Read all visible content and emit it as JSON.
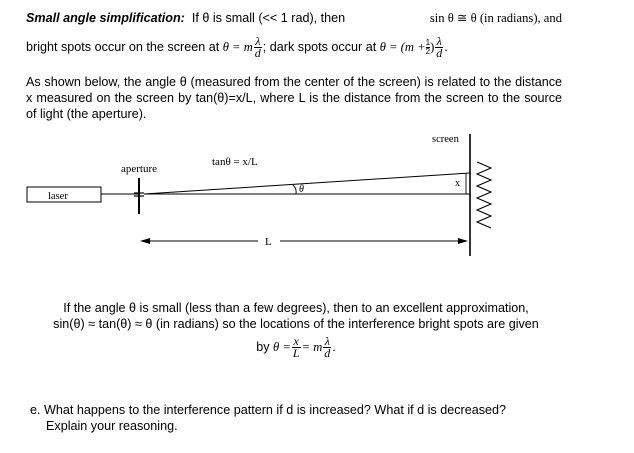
{
  "intro": {
    "heading": "Small angle simplification:",
    "if_text": "If θ is small (<< 1 rad), then",
    "sin_approx": "sin θ ≅ θ (in radians), and",
    "bright_text": "bright spots occur on the screen at",
    "bright_lhs": "θ = m",
    "lambda": "λ",
    "d": "d",
    "semicolon": ";",
    "dark_text": "dark spots occur at",
    "dark_lhs": "θ = (m +",
    "half_num": "1",
    "half_den": "2",
    "dark_close": ")",
    "period": "."
  },
  "paragraph2": "As shown below, the angle θ (measured from the center of the screen) is related to the distance x measured on the screen by tan(θ)=x/L, where L is the distance from the screen to the source of light (the aperture).",
  "diagram": {
    "laser_label": "laser",
    "aperture_label": "aperture",
    "screen_label": "screen",
    "tan_label": "tanθ = x/L",
    "theta_label": "θ",
    "x_label": "x",
    "L_label": "L"
  },
  "paragraph3": {
    "line1": "If the angle θ is small (less than a few degrees), then to an excellent approximation,",
    "line2": "sin(θ) ≈ tan(θ) ≈ θ (in radians) so the locations of the interference bright spots are given",
    "by": "by",
    "eq_lhs": "θ =",
    "x": "x",
    "L": "L",
    "eq_mid": "= m",
    "lambda": "λ",
    "d": "d",
    "period": "."
  },
  "question": {
    "line1": "e.  What happens to the interference pattern if d is increased?  What if d is decreased?",
    "line2": "Explain your reasoning."
  }
}
